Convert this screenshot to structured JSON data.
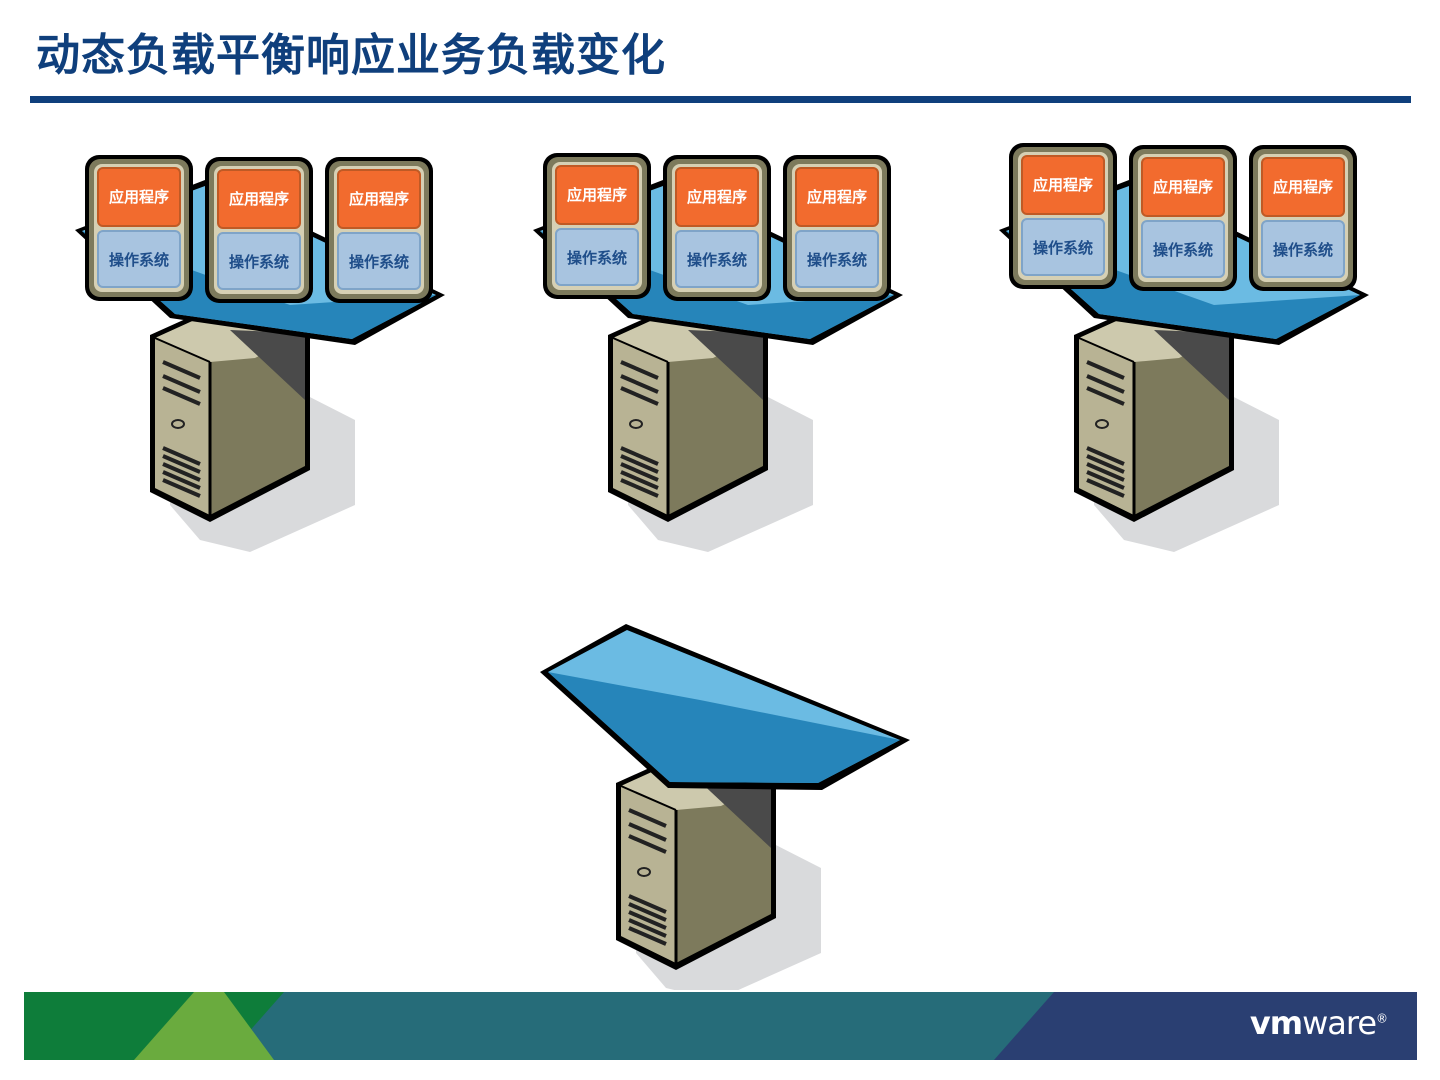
{
  "title": "动态负载平衡响应业务负载变化",
  "labels": {
    "app": "应用程序",
    "os": "操作系统"
  },
  "hosts": [
    {
      "vm_count": 3
    },
    {
      "vm_count": 3
    },
    {
      "vm_count": 3
    },
    {
      "vm_count": 0
    }
  ],
  "footer": {
    "logo_vm": "vm",
    "logo_ware": "ware",
    "logo_reg": "®"
  },
  "colors": {
    "title": "#0f3f7c",
    "app_box": "#f26b2e",
    "os_box": "#a8c4e0",
    "os_text": "#1f4e8a",
    "vm_frame": "#d6d0b4",
    "platform_light": "#6bbbe3",
    "platform_dark": "#1f7fb5",
    "server_front": "#b8b394",
    "server_side": "#7d7a5c",
    "footer_green": "#0e7d3a",
    "footer_lightgreen": "#6aab3e",
    "footer_teal": "#266c79",
    "footer_navy": "#2a3f72"
  }
}
